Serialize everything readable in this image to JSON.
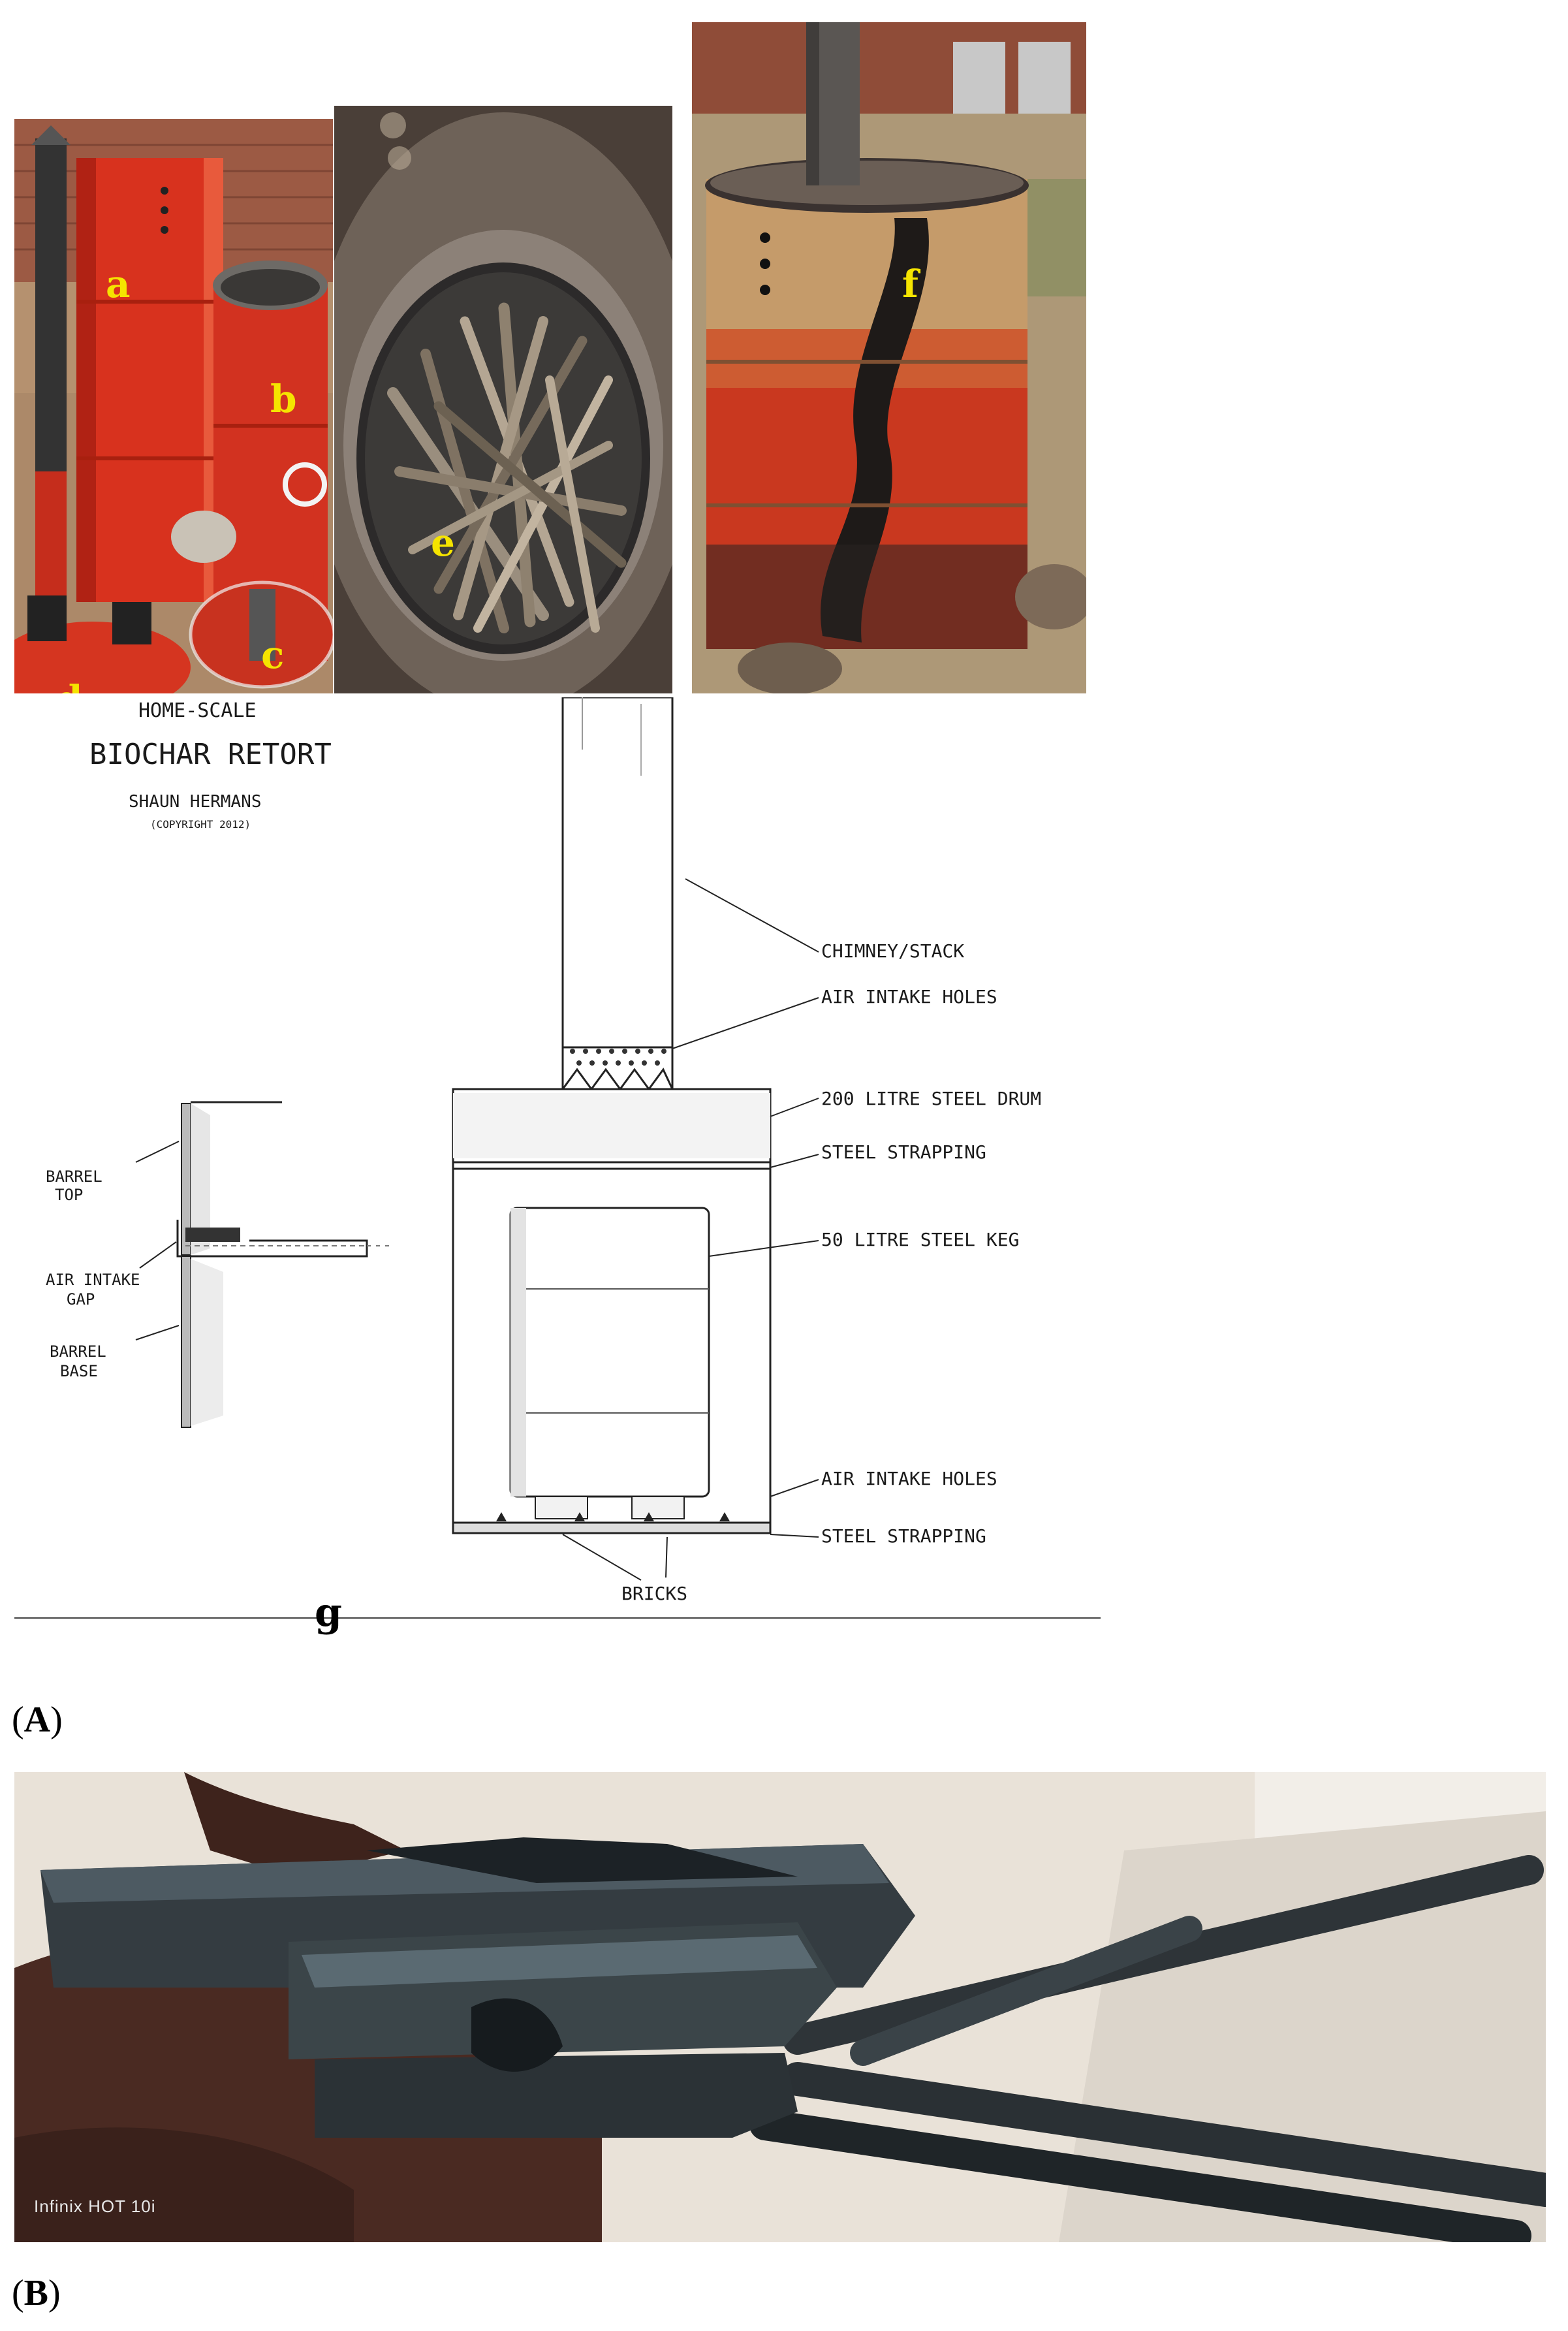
{
  "panel_labels": {
    "a": "a",
    "b": "b",
    "c": "c",
    "d": "d",
    "e": "e",
    "f": "f",
    "g": "g"
  },
  "sketch": {
    "title_line1": "HOME-SCALE",
    "title_line2": "BIOCHAR RETORT",
    "author": "SHAUN HERMANS",
    "copyright": "(COPYRIGHT 2012)",
    "labels": {
      "chimney": "CHIMNEY/STACK",
      "air_intake_top": "AIR INTAKE HOLES",
      "drum": "200 LITRE STEEL DRUM",
      "strapping_top": "STEEL STRAPPING",
      "keg": "50 LITRE STEEL KEG",
      "air_intake_bottom": "AIR INTAKE HOLES",
      "strapping_bottom": "STEEL STRAPPING",
      "bricks": "BRICKS",
      "barrel_top": [
        "BARREL",
        "TOP"
      ],
      "air_intake_gap": [
        "AIR INTAKE",
        "GAP"
      ],
      "barrel_base": [
        "BARREL",
        "BASE"
      ]
    }
  },
  "captions": {
    "A": "A",
    "B": "B"
  },
  "photo_b_watermark": "Infinix HOT 10i",
  "colors": {
    "label_yellow": "#f5e400",
    "label_black": "#000000",
    "drum_red": "#d8321e",
    "char_black": "#1e2428"
  }
}
